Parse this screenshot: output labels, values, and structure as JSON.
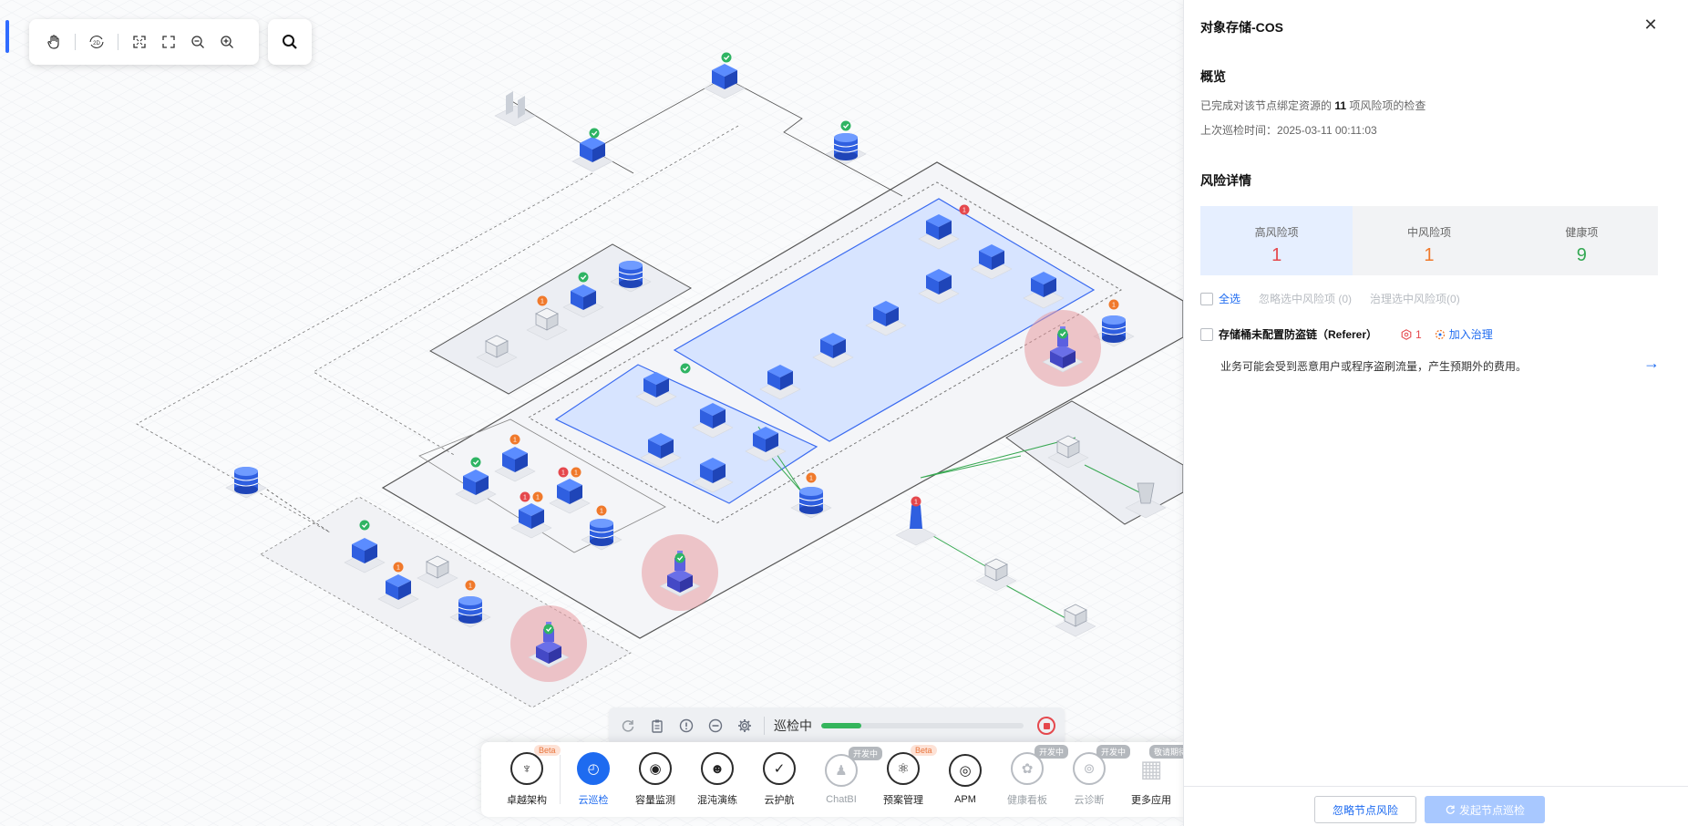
{
  "toolbar": {
    "icons": [
      "hand-icon",
      "rotate-2d-icon",
      "fit-screen-icon",
      "fullscreen-icon",
      "zoom-out-icon",
      "zoom-in-icon"
    ],
    "rotate_label": "2D",
    "search_icon": "search-icon"
  },
  "status_bar": {
    "label": "巡检中",
    "progress": 0.2,
    "icons": [
      "refresh-icon",
      "clipboard-icon",
      "alert-icon",
      "minus-icon",
      "gear-icon",
      "stop-icon"
    ]
  },
  "dock": {
    "items": [
      {
        "label": "卓越架构",
        "badge": "Beta",
        "icon": "architecture-icon",
        "state": "normal"
      },
      {
        "label": "云巡检",
        "badge": "",
        "icon": "inspection-icon",
        "state": "active"
      },
      {
        "label": "容量监测",
        "badge": "",
        "icon": "capacity-icon",
        "state": "normal"
      },
      {
        "label": "混沌演练",
        "badge": "",
        "icon": "chaos-icon",
        "state": "normal"
      },
      {
        "label": "云护航",
        "badge": "",
        "icon": "escort-icon",
        "state": "normal"
      },
      {
        "label": "ChatBI",
        "badge": "开发中",
        "icon": "chatbi-icon",
        "state": "dim"
      },
      {
        "label": "预案管理",
        "badge": "Beta",
        "icon": "plan-icon",
        "state": "normal"
      },
      {
        "label": "APM",
        "badge": "",
        "icon": "apm-icon",
        "state": "normal"
      },
      {
        "label": "健康看板",
        "badge": "开发中",
        "icon": "health-icon",
        "state": "dim"
      },
      {
        "label": "云诊断",
        "badge": "开发中",
        "icon": "diagnosis-icon",
        "state": "dim"
      },
      {
        "label": "更多应用",
        "badge": "",
        "icon": "more-apps-icon",
        "state": "square"
      }
    ],
    "extra_badge": "敬请期待"
  },
  "panel": {
    "title": "对象存储-COS",
    "overview_title": "概览",
    "overview_prefix": "已完成对该节点绑定资源的",
    "overview_count": "11",
    "overview_suffix": "项风险项的检查",
    "last_check_label": "上次巡检时间：",
    "last_check_time": "2025-03-11 00:11:03",
    "risk_title": "风险详情",
    "cards": [
      {
        "label": "高风险项",
        "value": "1",
        "color": "#e5484d"
      },
      {
        "label": "中风险项",
        "value": "1",
        "color": "#f0792b"
      },
      {
        "label": "健康项",
        "value": "9",
        "color": "#34a853"
      }
    ],
    "filter_all": "全选",
    "filter_ignore": "忽略选中风险项 (0)",
    "filter_govern": "治理选中风险项(0)",
    "risk_item": {
      "name": "存储桶未配置防盗链（Referer）",
      "count": "1",
      "action": "加入治理",
      "desc": "业务可能会受到恶意用户或程序盗刷流量，产生预期外的费用。"
    },
    "btn_ignore": "忽略节点风险",
    "btn_start": "发起节点巡检"
  }
}
